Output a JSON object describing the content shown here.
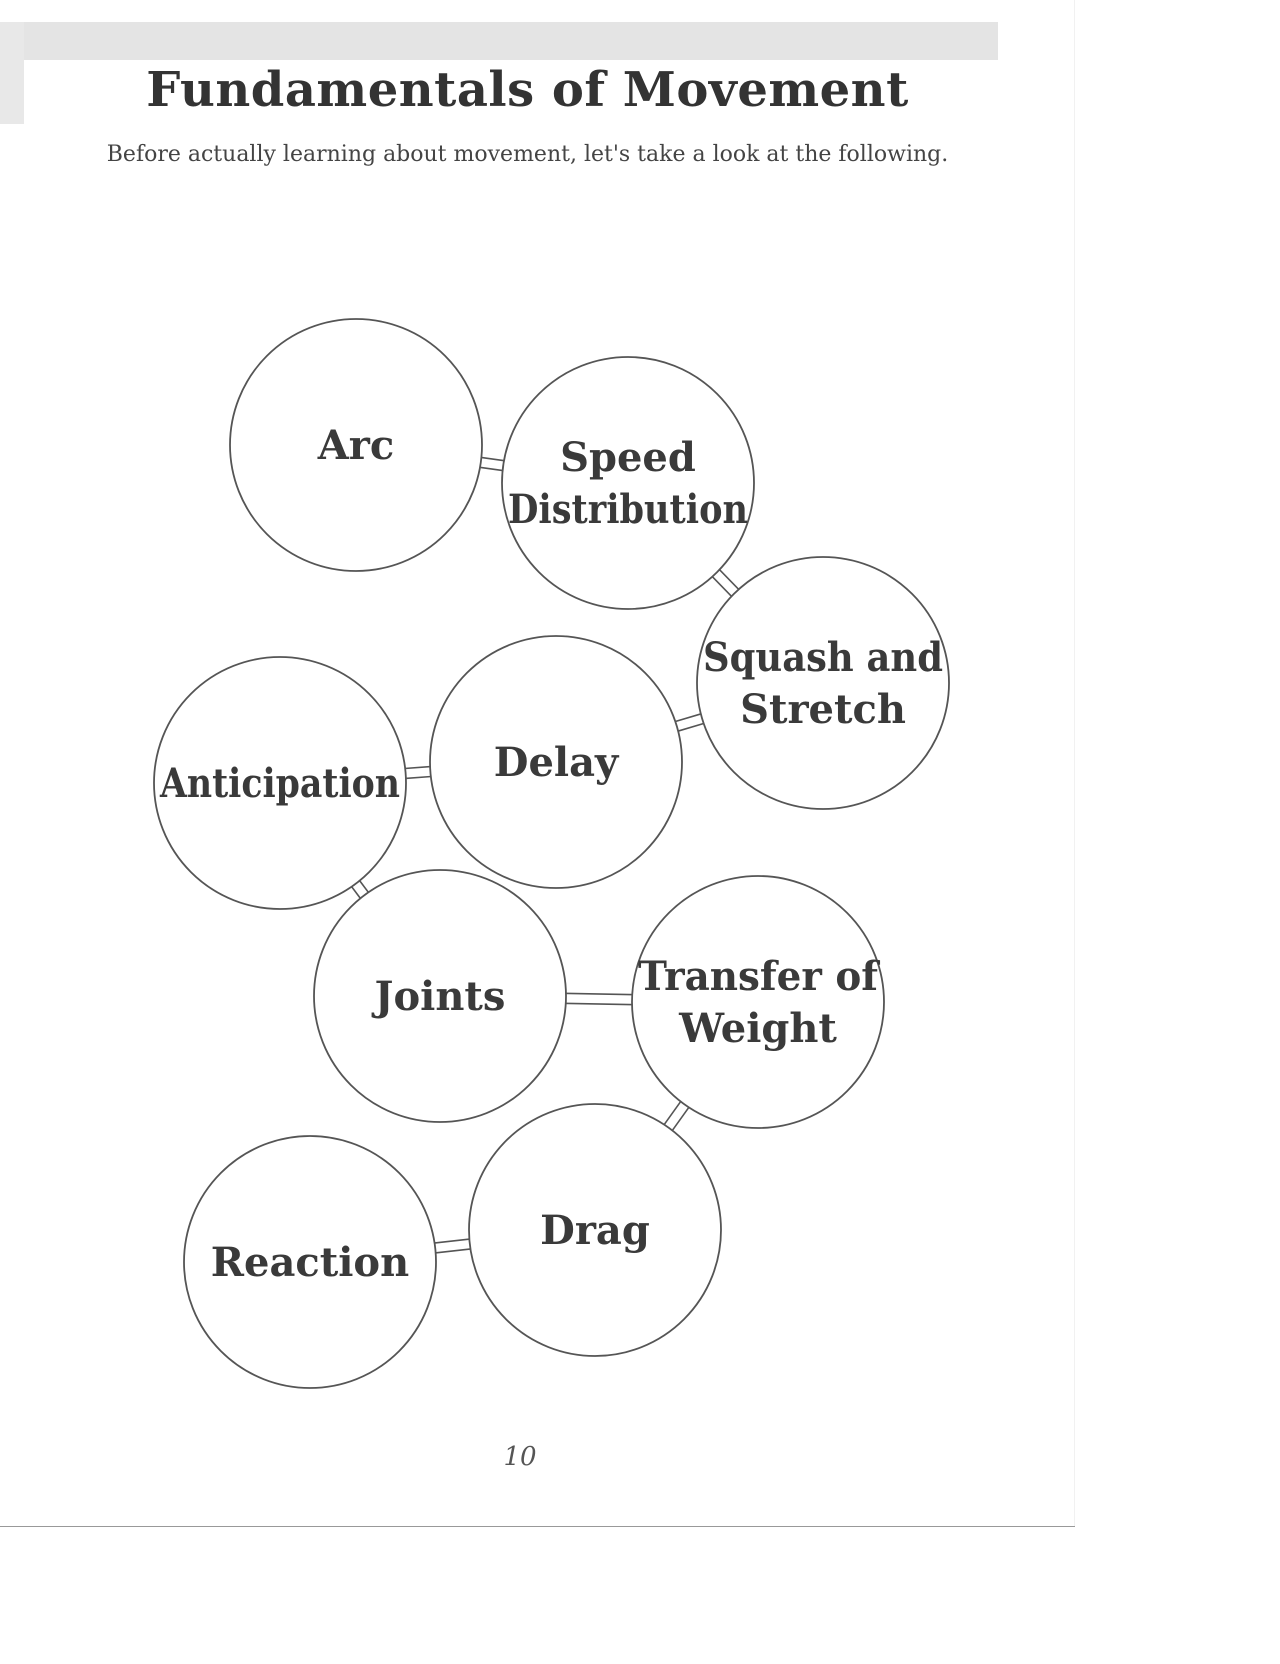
{
  "page": {
    "title": "Fundamentals of Movement",
    "subtitle": "Before actually learning about movement, let's take a look at the following.",
    "page_number": "10"
  },
  "diagram": {
    "nodes": [
      {
        "id": "arc",
        "lines": [
          "Arc"
        ]
      },
      {
        "id": "speed-distribution",
        "lines": [
          "Speed",
          "Distribution"
        ]
      },
      {
        "id": "squash-and-stretch",
        "lines": [
          "Squash and",
          "Stretch"
        ]
      },
      {
        "id": "delay",
        "lines": [
          "Delay"
        ]
      },
      {
        "id": "anticipation",
        "lines": [
          "Anticipation"
        ]
      },
      {
        "id": "joints",
        "lines": [
          "Joints"
        ]
      },
      {
        "id": "transfer-of-weight",
        "lines": [
          "Transfer of",
          "Weight"
        ]
      },
      {
        "id": "drag",
        "lines": [
          "Drag"
        ]
      },
      {
        "id": "reaction",
        "lines": [
          "Reaction"
        ]
      }
    ],
    "links": [
      [
        "arc",
        "speed-distribution"
      ],
      [
        "speed-distribution",
        "squash-and-stretch"
      ],
      [
        "squash-and-stretch",
        "delay"
      ],
      [
        "delay",
        "anticipation"
      ],
      [
        "anticipation",
        "joints"
      ],
      [
        "joints",
        "transfer-of-weight"
      ],
      [
        "transfer-of-weight",
        "drag"
      ],
      [
        "drag",
        "reaction"
      ]
    ]
  }
}
